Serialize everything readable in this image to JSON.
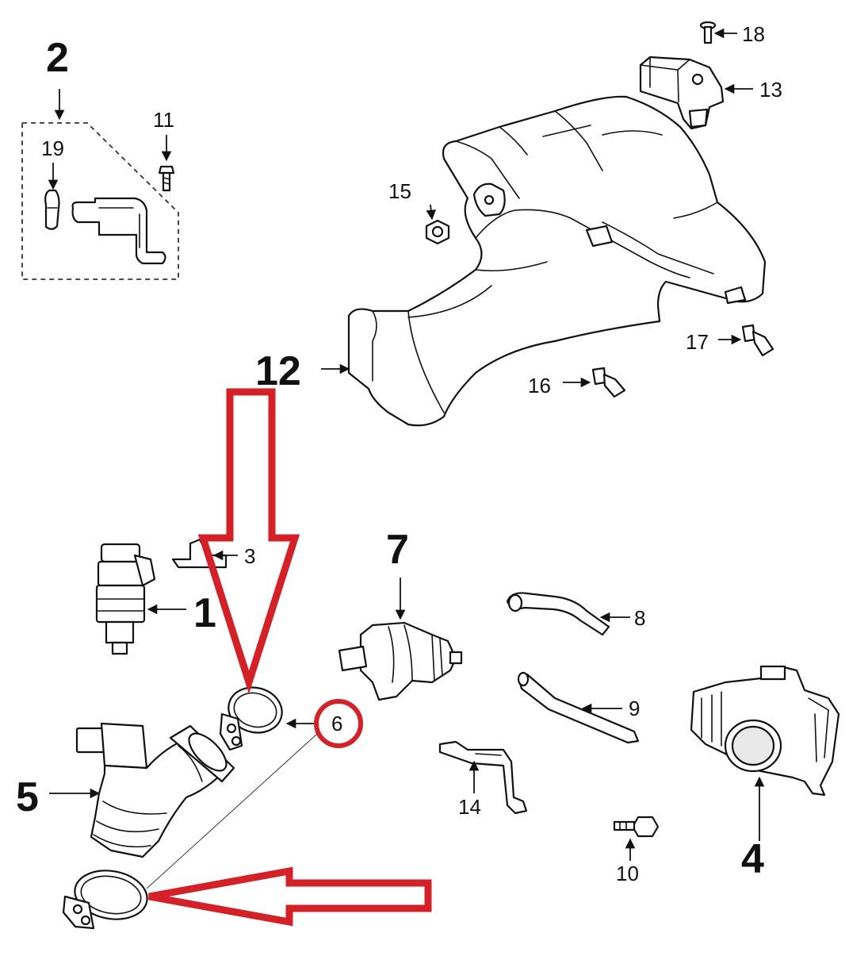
{
  "callouts": {
    "c1": "1",
    "c2": "2",
    "c3": "3",
    "c4": "4",
    "c5": "5",
    "c6": "6",
    "c7": "7",
    "c8": "8",
    "c9": "9",
    "c10": "10",
    "c11": "11",
    "c12": "12",
    "c13": "13",
    "c14": "14",
    "c15": "15",
    "c16": "16",
    "c17": "17",
    "c18": "18",
    "c19": "19"
  },
  "highlight": {
    "color": "#d42027",
    "circled_callout": "6",
    "arrows": [
      "down-arrow-to-upper-clamp",
      "left-arrow-to-lower-clamp"
    ]
  }
}
